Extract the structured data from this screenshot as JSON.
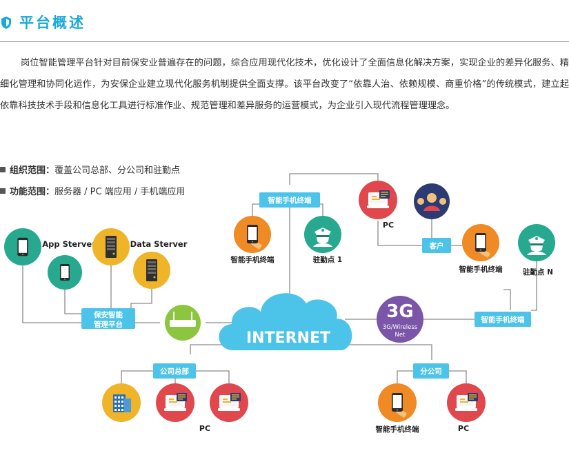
{
  "header": {
    "title": "平台概述",
    "icon": "shield-icon",
    "accent_color": "#1aa9d8"
  },
  "intro_text": "岗位智能管理平台针对目前保安业普遍存在的问题，综合应用现代化技术，优化设计了全面信息化解决方案，实现企业的差异化服务、精细化管理和协同化运作，为安保企业建立现代化服务机制提供全面支撑。该平台改变了“依靠人治、依赖规模、商重价格”的传统模式，建立起依靠科技技术手段和信息化工具进行标准作业、规范管理和差异服务的运营模式，为企业引入现代流程管理理念。",
  "scope": {
    "org_label": "组织范围：",
    "org_value": "覆盖公司总部、分公司和驻勤点",
    "func_label": "功能范围：",
    "func_value": "服务器 / PC 端应用 / 手机端应用"
  },
  "diagram": {
    "internet": "INTERNET",
    "net_3g_big": "3G",
    "net_3g_small1": "3G/Wireless",
    "net_3g_small2": "Net",
    "app_server": "App Sterver",
    "data_server": "Data Sterver",
    "platform_line1": "保安智能",
    "platform_line2": "管理平台",
    "mobile_terminal_top": "智能手机终端",
    "mobile_terminal_label": "智能手机终端",
    "post_1": "驻勤点 1",
    "pc_top": "PC",
    "customer": "客户",
    "mobile_terminal_right_label": "智能手机终端",
    "post_n": "驻勤点 N",
    "mobile_terminal_right_box": "智能手机终端",
    "hq": "公司总部",
    "hq_pc": "PC",
    "branch": "分公司",
    "branch_mobile": "智能手机终端",
    "branch_pc": "PC"
  },
  "colors": {
    "cyan": "#4cc3e8",
    "teal": "#27a98f",
    "gold": "#f0b429",
    "orange": "#f08a24",
    "red": "#e0484d",
    "navy": "#2d3b73",
    "purple": "#7a55a8",
    "gray_line": "#8a8a8a"
  }
}
